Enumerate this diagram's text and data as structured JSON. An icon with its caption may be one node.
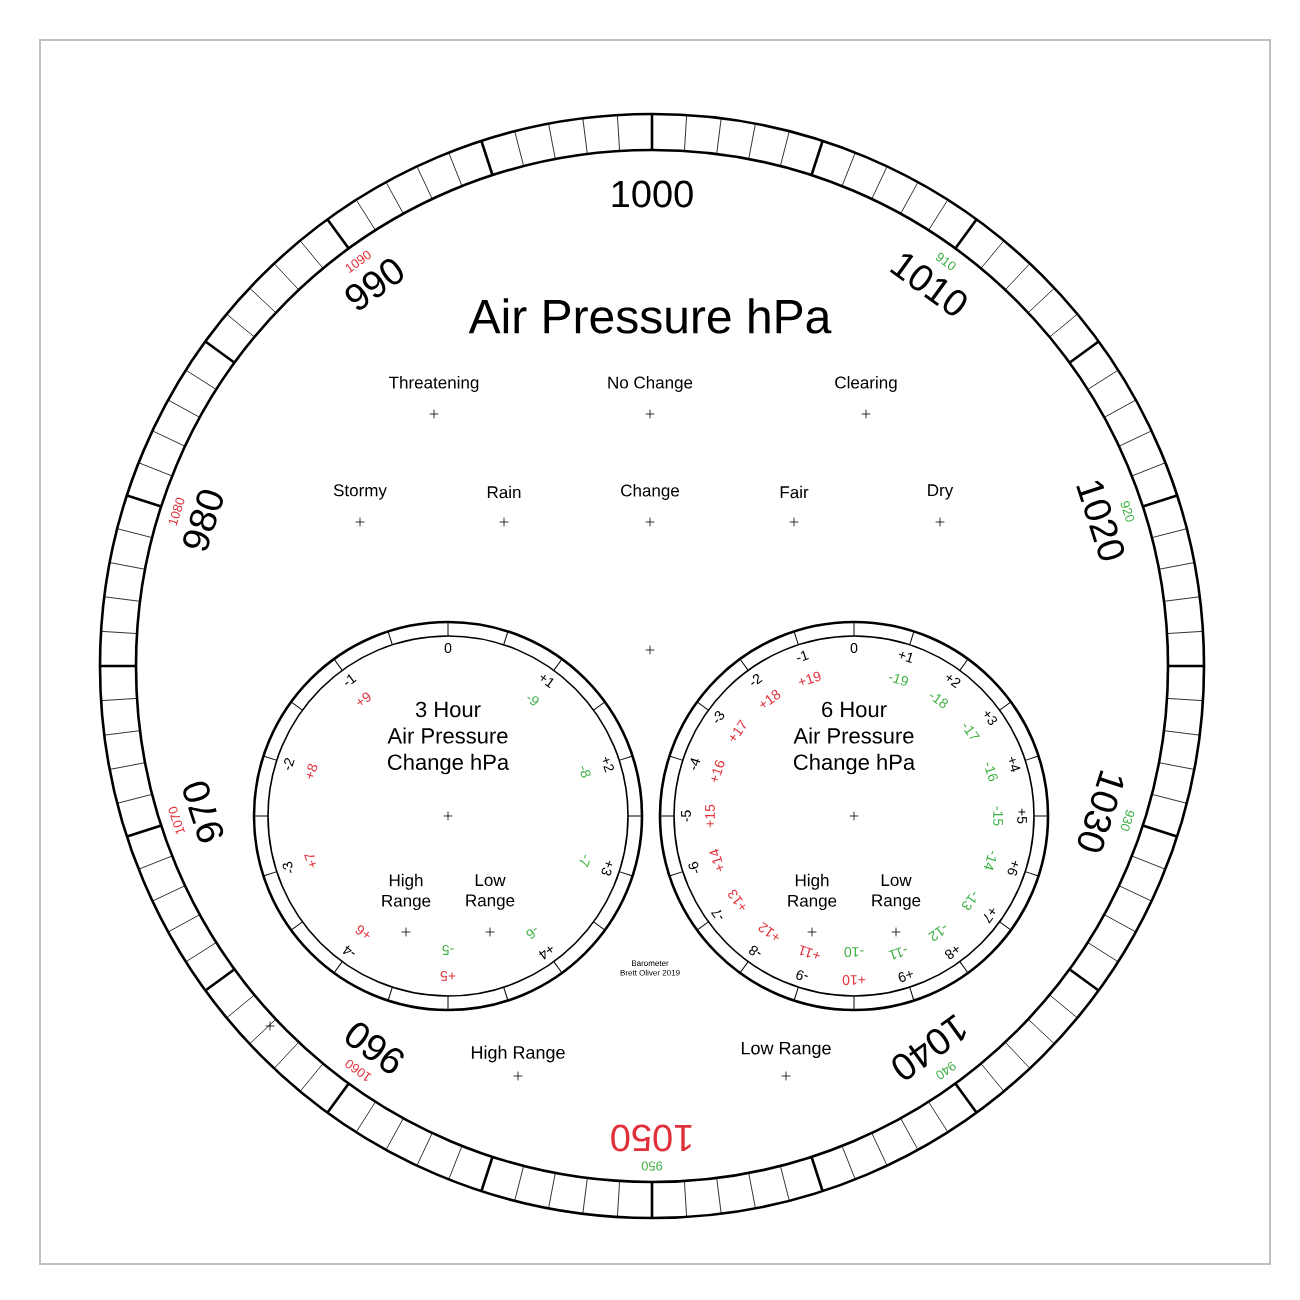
{
  "diagram": {
    "title": "Air Pressure hPa",
    "nodes": [
      {
        "text": [
          "3 Hour Air Pressure Change hPa",
          "High Range",
          "Low Range"
        ]
      },
      {
        "text": [
          "6 Hour Air Pressure Change hPa",
          "High Range",
          "Low Range"
        ]
      }
    ],
    "labels": [
      "1000",
      "1010",
      "1020",
      "1030",
      "1040",
      "1050",
      "960",
      "970",
      "980",
      "990",
      "910",
      "920",
      "930",
      "940",
      "950",
      "1060",
      "1070",
      "1080",
      "1090",
      "Threatening",
      "No Change",
      "Clearing",
      "Stormy",
      "Rain",
      "Change",
      "Fair",
      "Dry",
      "0",
      "+1",
      "+2",
      "+3",
      "+4",
      "-4",
      "-3",
      "-2",
      "-1",
      "-9",
      "-8",
      "-7",
      "-6",
      "-5",
      "+5",
      "+6",
      "+7",
      "+8",
      "+9",
      "0",
      "+1",
      "+2",
      "+3",
      "+4",
      "+5",
      "+6",
      "+7",
      "+8",
      "+9",
      "-9",
      "-8",
      "-7",
      "-6",
      "-5",
      "-4",
      "-3",
      "-2",
      "-1",
      "-19",
      "-18",
      "-17",
      "-16",
      "-15",
      "-14",
      "-13",
      "-12",
      "-11",
      "-10",
      "+10",
      "+11",
      "+12",
      "+13",
      "+14",
      "+15",
      "+16",
      "+17",
      "+18",
      "+19",
      "Barometer Brett Oliver 2019",
      "High Range",
      "Low Range"
    ]
  }
}
